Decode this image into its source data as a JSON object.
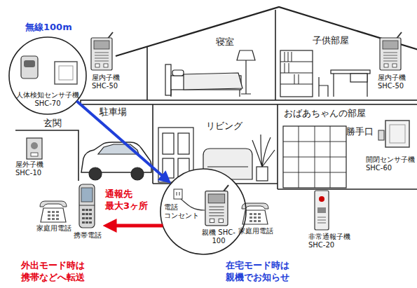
{
  "diagram": {
    "nodes": [
      {
        "text": [
          "人体検知センサ子機 SHC-70"
        ]
      },
      {
        "text": [
          "屋内子機 SHC-50"
        ]
      },
      {
        "text": [
          "屋内子機 SHC-50"
        ]
      },
      {
        "text": [
          "屋外子機 SHC-10"
        ]
      },
      {
        "text": [
          "開閉センサ子機 SHC-60"
        ]
      },
      {
        "text": [
          "電話 コンセント"
        ]
      },
      {
        "text": [
          "親機 SHC-100"
        ],
        "in": 5
      },
      {
        "text": [
          "家庭用電話"
        ]
      },
      {
        "text": [
          "非常通報子機 SHC-20"
        ]
      },
      {
        "text": [
          "家庭用電話"
        ]
      },
      {
        "text": [
          "携帯電話"
        ]
      }
    ],
    "edges": [
      {
        "from": 0,
        "to": 5,
        "arrow": "to"
      },
      {
        "from": 5,
        "to": 10,
        "arrow": "to",
        "label": "通報先 最大3ヶ所"
      }
    ],
    "labels": [
      "無線100m",
      "寝室",
      "子供部屋",
      "駐車場",
      "玄関",
      "リビング",
      "おばあちゃんの部屋",
      "勝手口",
      "外出モード時は 携帯などへ転送",
      "在宅モード時は 親機でお知らせ"
    ]
  }
}
